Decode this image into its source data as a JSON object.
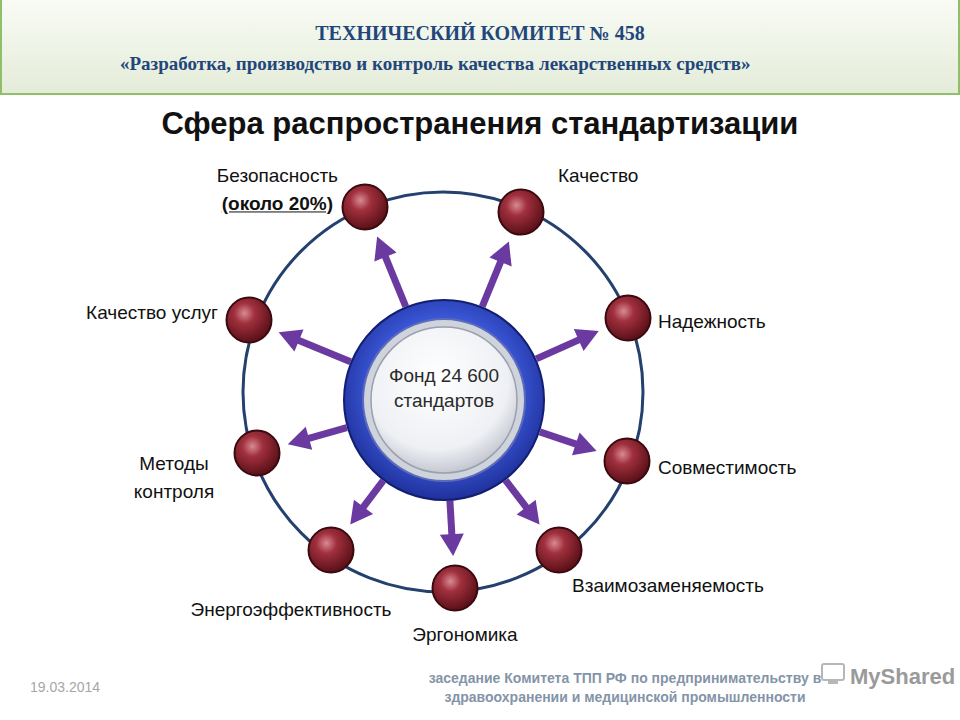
{
  "diagram": {
    "title": "Сфера распространения стандартизации",
    "nodes": [
      {
        "text": [
          "ТЕХНИЧЕСКИЙ КОМИТЕТ № 458",
          "«Разработка, производство и контроль качества лекарственных средств»"
        ]
      },
      {
        "text": [
          "Фонд 24 600 стандартов"
        ]
      },
      {
        "text": [
          "Безопасность",
          "(около 20%)"
        ]
      },
      {
        "text": [
          "Качество"
        ]
      },
      {
        "text": [
          "Надежность"
        ]
      },
      {
        "text": [
          "Совместимость"
        ]
      },
      {
        "text": [
          "Взаимозаменяемость"
        ]
      },
      {
        "text": [
          "Эргономика"
        ]
      },
      {
        "text": [
          "Энергоэффективность"
        ]
      },
      {
        "text": [
          "Методы контроля"
        ]
      },
      {
        "text": [
          "Качество услуг"
        ]
      }
    ],
    "edges": [
      {
        "from": 1,
        "to": 2,
        "arrow": "to"
      },
      {
        "from": 1,
        "to": 3,
        "arrow": "to"
      },
      {
        "from": 1,
        "to": 4,
        "arrow": "to"
      },
      {
        "from": 1,
        "to": 5,
        "arrow": "to"
      },
      {
        "from": 1,
        "to": 6,
        "arrow": "to"
      },
      {
        "from": 1,
        "to": 7,
        "arrow": "to"
      },
      {
        "from": 1,
        "to": 8,
        "arrow": "to"
      },
      {
        "from": 1,
        "to": 9,
        "arrow": "to"
      },
      {
        "from": 1,
        "to": 10,
        "arrow": "to"
      }
    ],
    "labels": [
      "19.03.2014",
      "заседание Комитета ТПП РФ по предпринимательству в здравоохранении и медицинской промышленности",
      "MyShared"
    ]
  }
}
